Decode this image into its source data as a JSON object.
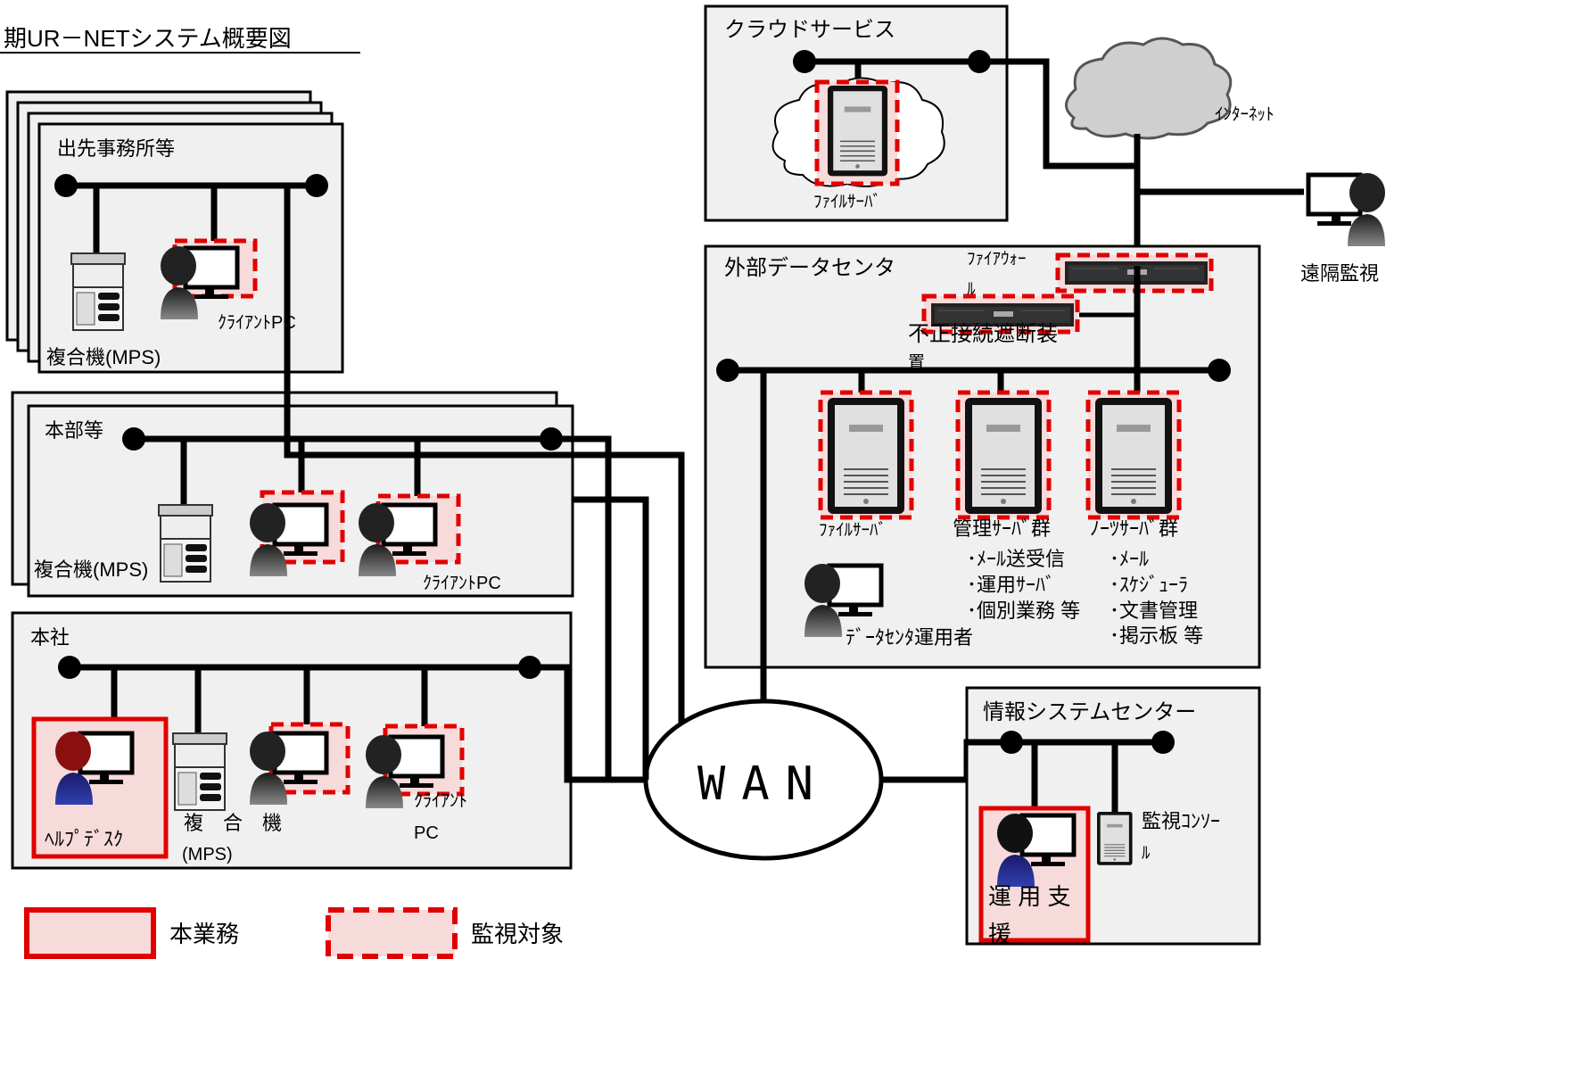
{
  "title": "期UR－NETシステム概要図",
  "sites": {
    "branch": {
      "label": "出先事務所等",
      "mfp_label": "複合機(MPS)",
      "client_label": "ｸﾗｲｱﾝﾄPC"
    },
    "hq": {
      "label": "本部等",
      "mfp_label": "複合機(MPS)",
      "client_label": "ｸﾗｲｱﾝﾄPC"
    },
    "head_office": {
      "label": "本社",
      "helpdesk_label": "ﾍﾙﾌﾟﾃﾞｽｸ",
      "mfp_label_line1": "複　合　機",
      "mfp_label_line2": "(MPS)",
      "client_label_line1": "ｸﾗｲｱﾝﾄ",
      "client_label_line2": "PC"
    },
    "cloud": {
      "label": "クラウドサービス",
      "file_server_label": "ﾌｧｲﾙｻｰﾊﾞ"
    },
    "internet_label": "ｲﾝﾀｰﾈｯﾄ",
    "remote_label": "遠隔監視",
    "datacenter": {
      "label": "外部データセンタ",
      "firewall_label_line1": "ﾌｧｲｱｳｫｰ",
      "firewall_label_line2": "ﾙ",
      "ips_label_line1": "不正接続遮断装",
      "ips_label_line2": "置",
      "file_server_label": "ﾌｧｲﾙｻｰﾊﾞ",
      "mgmt_group_label": "管理ｻｰﾊﾞ群",
      "mgmt_items": [
        "･ﾒｰﾙ送受信",
        "･運用ｻｰﾊﾞ",
        "･個別業務 等"
      ],
      "notes_group_label": "ﾉｰﾂｻｰﾊﾞ群",
      "notes_items": [
        "･ﾒｰﾙ",
        "･ｽｹｼﾞｭｰﾗ",
        "･文書管理",
        "･掲示板 等"
      ],
      "operator_label": "ﾃﾞｰﾀｾﾝﾀ運用者"
    },
    "wan_label": "WAN",
    "info_center": {
      "label": "情報システムセンター",
      "console_label_line1": "監視ｺﾝｿｰ",
      "console_label_line2": "ﾙ",
      "support_label_line1": "運 用 支",
      "support_label_line2": "援"
    }
  },
  "legend": {
    "solid_label": "本業務",
    "dashed_label": "監視対象"
  },
  "colors": {
    "highlight": "#e00000",
    "highlight_fill": "#f7dada",
    "panel_fill": "#f0f0f0",
    "line": "#000000"
  }
}
